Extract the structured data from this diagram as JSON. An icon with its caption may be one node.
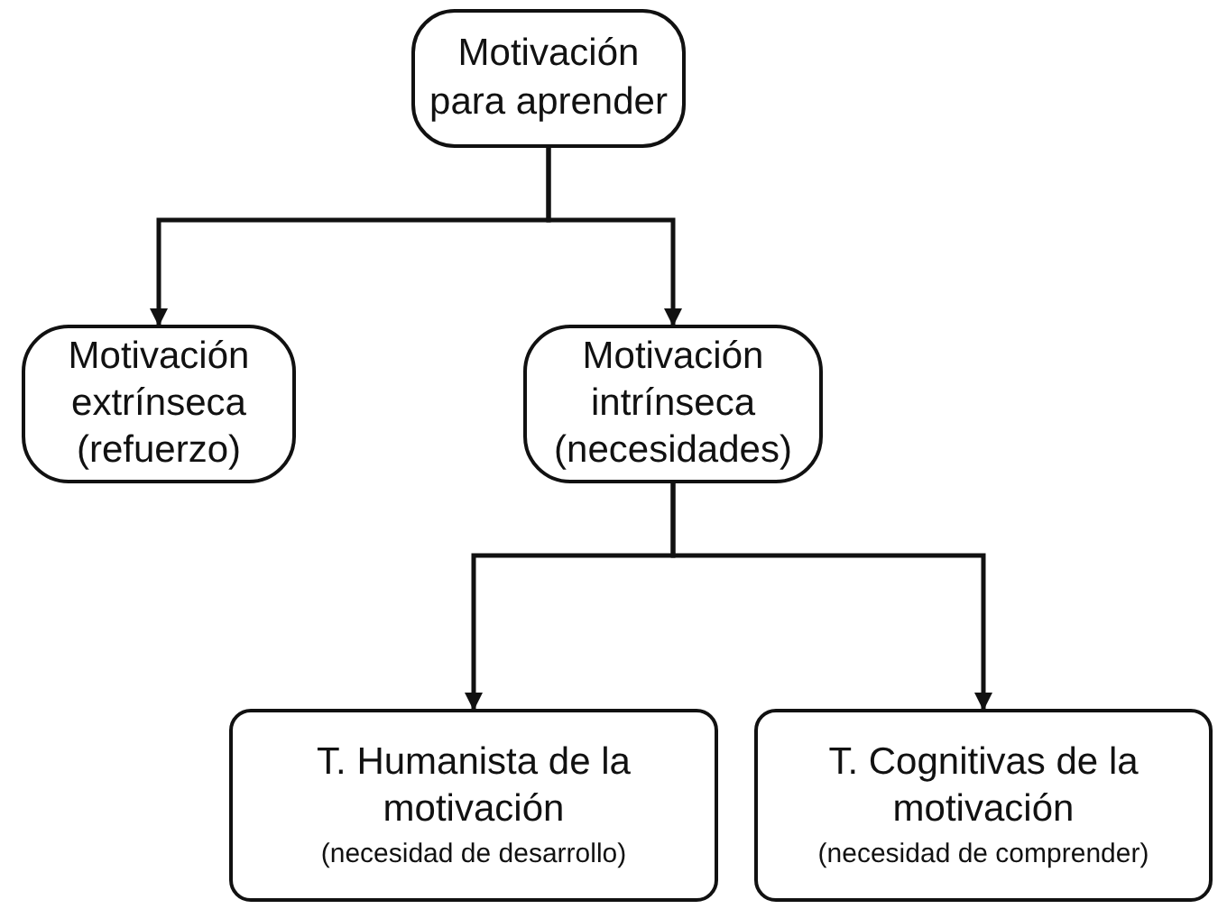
{
  "diagram": {
    "nodes": [
      {
        "text": [
          "Motivación para aprender"
        ]
      },
      {
        "text": [
          "Motivación extrínseca (refuerzo)"
        ]
      },
      {
        "text": [
          "Motivación intrínseca (necesidades)"
        ]
      },
      {
        "text": [
          "T. Humanista de la motivación",
          "(necesidad de desarrollo)"
        ]
      },
      {
        "text": [
          "T. Cognitivas de la motivación",
          "(necesidad de comprender)"
        ]
      }
    ],
    "edges": [
      {
        "from": 0,
        "to": 1,
        "arrow": "to"
      },
      {
        "from": 0,
        "to": 2,
        "arrow": "to"
      },
      {
        "from": 2,
        "to": 3,
        "arrow": "to"
      },
      {
        "from": 2,
        "to": 4,
        "arrow": "to"
      }
    ]
  }
}
